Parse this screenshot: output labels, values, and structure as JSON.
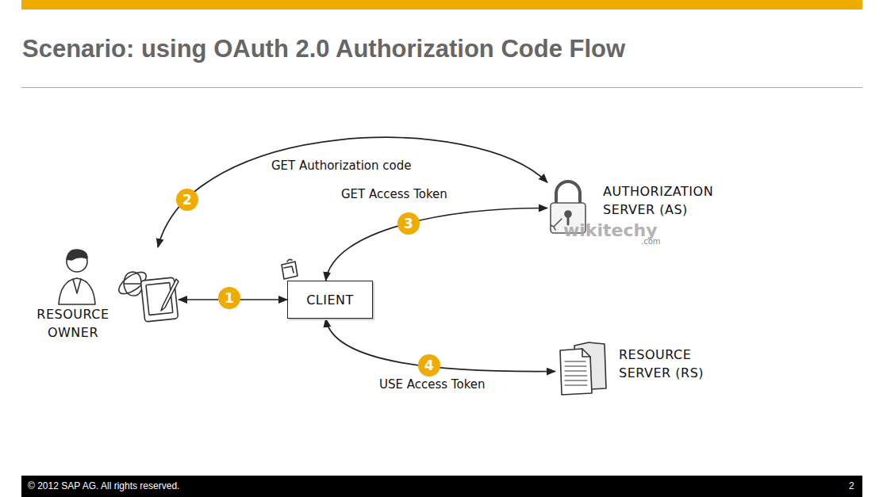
{
  "diagram": {
    "title": "Scenario: using OAuth 2.0 Authorization Code Flow",
    "nodes": [
      {
        "text": [
          "RESOURCE OWNER"
        ]
      },
      {
        "text": [
          "CLIENT"
        ]
      },
      {
        "text": [
          "AUTHORIZATION SERVER (AS)"
        ]
      },
      {
        "text": [
          "RESOURCE SERVER (RS)"
        ]
      }
    ],
    "edges": [
      {
        "from": 0,
        "to": 1,
        "arrow": "both"
      },
      {
        "from": 0,
        "to": 2,
        "arrow": "both",
        "label": "GET Authorization code"
      },
      {
        "from": 1,
        "to": 2,
        "arrow": "both",
        "label": "GET Access Token"
      },
      {
        "from": 1,
        "to": 3,
        "arrow": "both",
        "label": "USE Access Token"
      }
    ],
    "labels": [
      "1",
      "2",
      "3",
      "4",
      "wikitechy",
      ".com",
      "© 2012 SAP AG. All rights reserved.",
      "2"
    ]
  }
}
